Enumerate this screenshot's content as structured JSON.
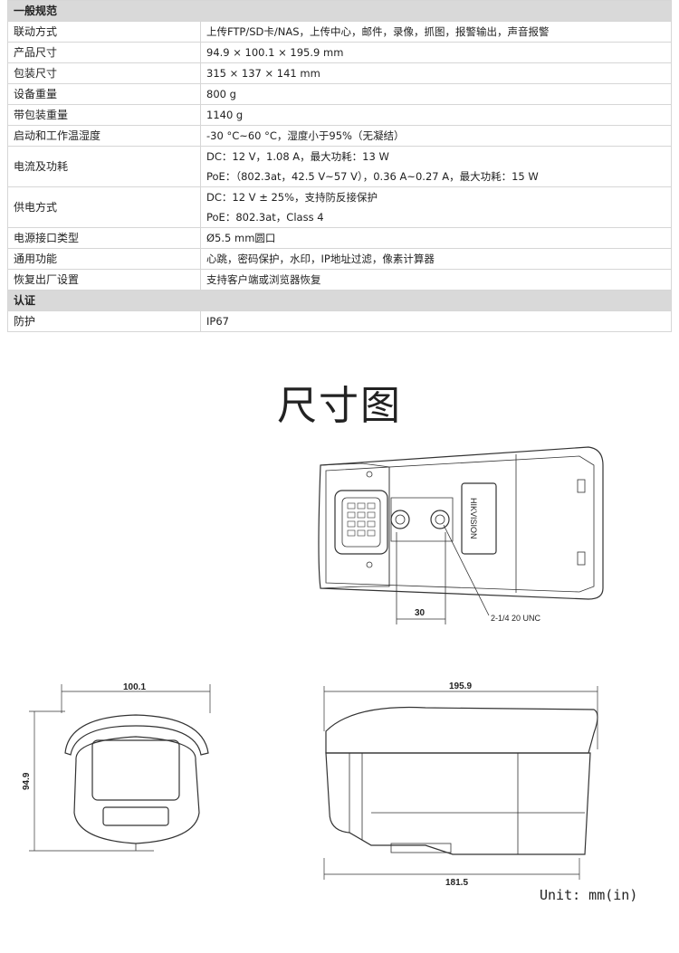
{
  "sections": [
    {
      "title": "一般规范",
      "rows": [
        {
          "key": "联动方式",
          "values": [
            "上传FTP/SD卡/NAS，上传中心，邮件，录像，抓图，报警输出，声音报警"
          ]
        },
        {
          "key": "产品尺寸",
          "values": [
            "94.9 × 100.1 × 195.9 mm"
          ]
        },
        {
          "key": "包装尺寸",
          "values": [
            "315 × 137 × 141 mm"
          ]
        },
        {
          "key": "设备重量",
          "values": [
            "800 g"
          ]
        },
        {
          "key": "带包装重量",
          "values": [
            "1140 g"
          ]
        },
        {
          "key": "启动和工作温湿度",
          "values": [
            "-30 °C~60 °C，湿度小于95%（无凝结）"
          ]
        },
        {
          "key": "电流及功耗",
          "values": [
            "DC：12 V，1.08 A，最大功耗：13 W",
            "PoE：（802.3at，42.5 V~57 V），0.36 A~0.27 A，最大功耗：15 W"
          ]
        },
        {
          "key": "供电方式",
          "values": [
            "DC：12 V ± 25%，支持防反接保护",
            "PoE：802.3at，Class 4"
          ]
        },
        {
          "key": "电源接口类型",
          "values": [
            "Ø5.5 mm圆口"
          ]
        },
        {
          "key": "通用功能",
          "values": [
            "心跳，密码保护，水印，IP地址过滤，像素计算器"
          ]
        },
        {
          "key": "恢复出厂设置",
          "values": [
            "支持客户端或浏览器恢复"
          ]
        }
      ]
    },
    {
      "title": "认证",
      "rows": [
        {
          "key": "防护",
          "values": [
            "IP67"
          ]
        }
      ]
    }
  ],
  "dimension_title": "尺寸图",
  "bottom_view": {
    "dim_width": "30",
    "mount_note": "2-1/4 20 UNC",
    "label_text": "HIKVISION"
  },
  "front_view": {
    "width": "100.1",
    "height": "94.9"
  },
  "side_view": {
    "length": "195.9",
    "base_length": "181.5"
  },
  "unit": "Unit:  mm(in)"
}
